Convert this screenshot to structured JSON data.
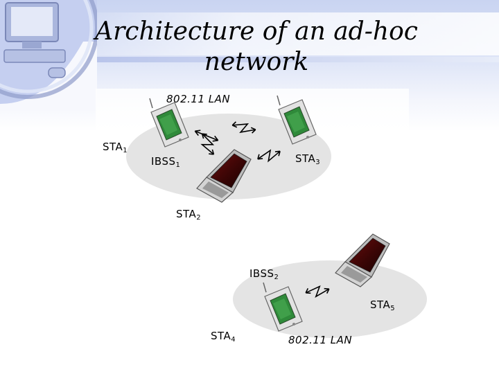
{
  "slide": {
    "title_line1": "Architecture of an ad-hoc",
    "title_line2": "network"
  },
  "diagram": {
    "lan_top": "802.11 LAN",
    "lan_bottom": "802.11 LAN",
    "ibss1": {
      "base": "IBSS",
      "sub": "1"
    },
    "ibss2": {
      "base": "IBSS",
      "sub": "2"
    },
    "sta1": {
      "base": "STA",
      "sub": "1"
    },
    "sta2": {
      "base": "STA",
      "sub": "2"
    },
    "sta3": {
      "base": "STA",
      "sub": "3"
    },
    "sta4": {
      "base": "STA",
      "sub": "4"
    },
    "sta5": {
      "base": "STA",
      "sub": "5"
    }
  }
}
